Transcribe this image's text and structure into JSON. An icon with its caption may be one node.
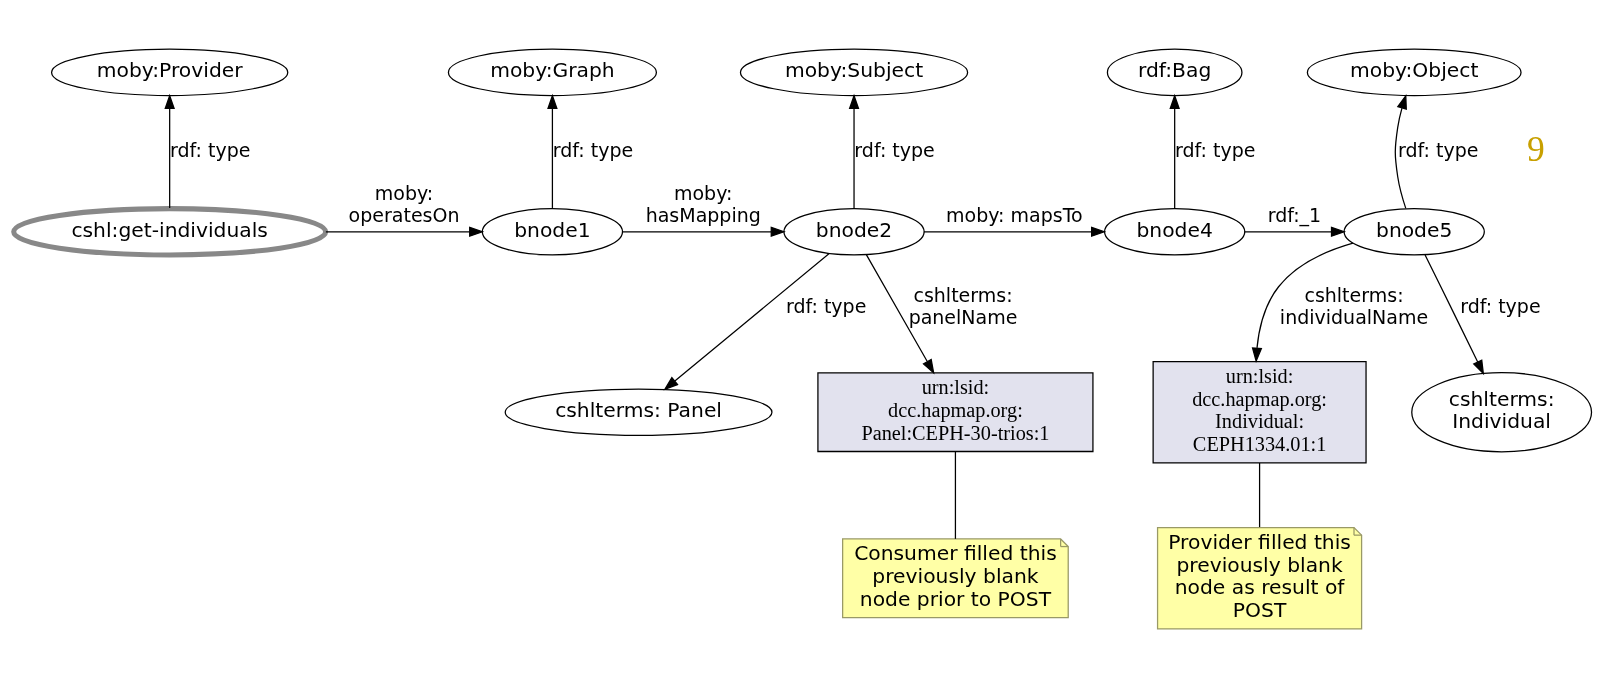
{
  "diagram": {
    "nodes": [
      {
        "text": [
          "moby:Provider"
        ]
      },
      {
        "text": [
          "moby:Graph"
        ]
      },
      {
        "text": [
          "moby:Subject"
        ]
      },
      {
        "text": [
          "rdf:Bag"
        ]
      },
      {
        "text": [
          "moby:Object"
        ]
      },
      {
        "text": [
          "cshl:get-individuals"
        ]
      },
      {
        "text": [
          "bnode1"
        ]
      },
      {
        "text": [
          "bnode2"
        ]
      },
      {
        "text": [
          "bnode4"
        ]
      },
      {
        "text": [
          "bnode5"
        ]
      },
      {
        "text": [
          "cshlterms: Panel"
        ]
      },
      {
        "text": [
          "urn:lsid: dcc.hapmap.org: Panel:CEPH-30-trios:1"
        ]
      },
      {
        "text": [
          "urn:lsid: dcc.hapmap.org: Individual: CEPH1334.01:1"
        ]
      },
      {
        "text": [
          "cshlterms: Individual"
        ]
      },
      {
        "text": [
          "Consumer filled this previously blank node prior to POST"
        ]
      },
      {
        "text": [
          "Provider filled this previously blank node as result of POST"
        ]
      }
    ],
    "edges": [
      {
        "from": 5,
        "to": 0,
        "arrow": "to",
        "label": "rdf: type"
      },
      {
        "from": 6,
        "to": 1,
        "arrow": "to",
        "label": "rdf: type"
      },
      {
        "from": 7,
        "to": 2,
        "arrow": "to",
        "label": "rdf: type"
      },
      {
        "from": 8,
        "to": 3,
        "arrow": "to",
        "label": "rdf: type"
      },
      {
        "from": 9,
        "to": 4,
        "arrow": "to",
        "label": "rdf: type"
      },
      {
        "from": 5,
        "to": 6,
        "arrow": "to",
        "label": "moby: operatesOn"
      },
      {
        "from": 6,
        "to": 7,
        "arrow": "to",
        "label": "moby: hasMapping"
      },
      {
        "from": 7,
        "to": 8,
        "arrow": "to",
        "label": "moby: mapsTo"
      },
      {
        "from": 8,
        "to": 9,
        "arrow": "to",
        "label": "rdf:_1"
      },
      {
        "from": 7,
        "to": 10,
        "arrow": "to",
        "label": "rdf: type"
      },
      {
        "from": 7,
        "to": 11,
        "arrow": "to",
        "label": "cshlterms: panelName"
      },
      {
        "from": 9,
        "to": 12,
        "arrow": "to",
        "label": "cshlterms: individualName"
      },
      {
        "from": 9,
        "to": 13,
        "arrow": "to",
        "label": "rdf: type"
      },
      {
        "from": 14,
        "to": 11,
        "arrow": "none"
      },
      {
        "from": 15,
        "to": 12,
        "arrow": "none"
      }
    ],
    "labels": [
      "9"
    ]
  }
}
